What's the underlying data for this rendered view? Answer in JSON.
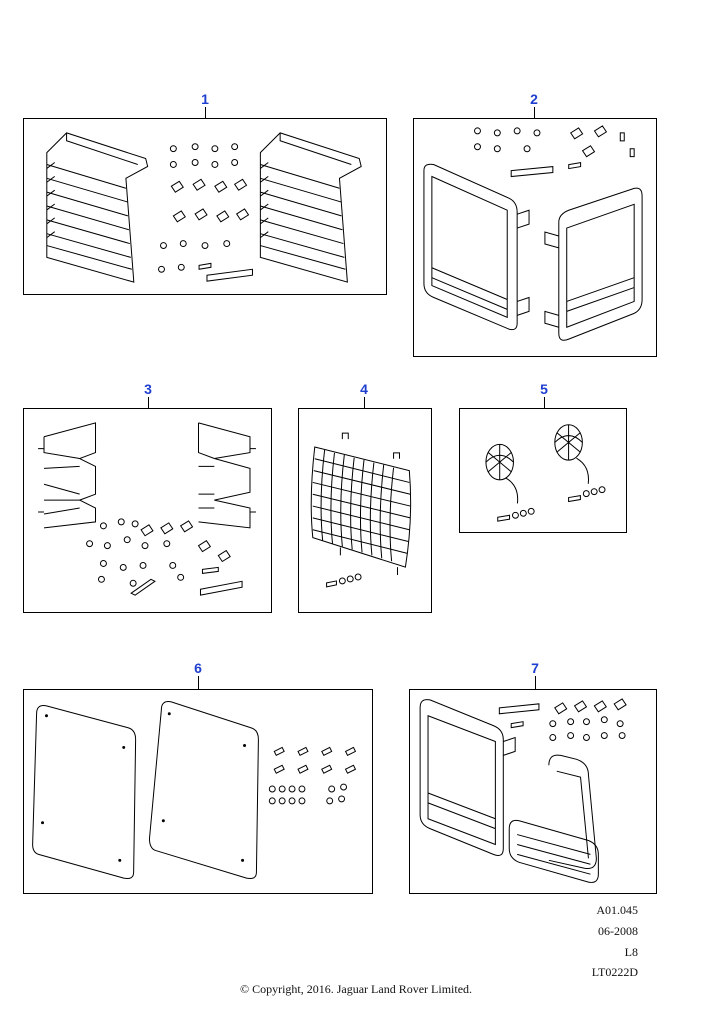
{
  "callouts": [
    "1",
    "2",
    "3",
    "4",
    "5",
    "6",
    "7"
  ],
  "panels": [
    {
      "callout": "1",
      "icon": "lamp-guard-louvre-kit-icon"
    },
    {
      "callout": "2",
      "icon": "rear-lamp-guard-frame-kit-icon"
    },
    {
      "callout": "3",
      "icon": "lamp-guard-bracket-kit-icon"
    },
    {
      "callout": "4",
      "icon": "wire-mesh-guard-icon"
    },
    {
      "callout": "5",
      "icon": "headlamp-wire-guard-icon"
    },
    {
      "callout": "6",
      "icon": "lamp-guard-panel-kit-icon"
    },
    {
      "callout": "7",
      "icon": "front-lamp-guard-frame-kit-icon"
    }
  ],
  "reference": {
    "code": "A01.045",
    "date": "06-2008",
    "line": "L8",
    "id": "LT0222D"
  },
  "copyright": "© Copyright, 2016. Jaguar Land Rover Limited."
}
